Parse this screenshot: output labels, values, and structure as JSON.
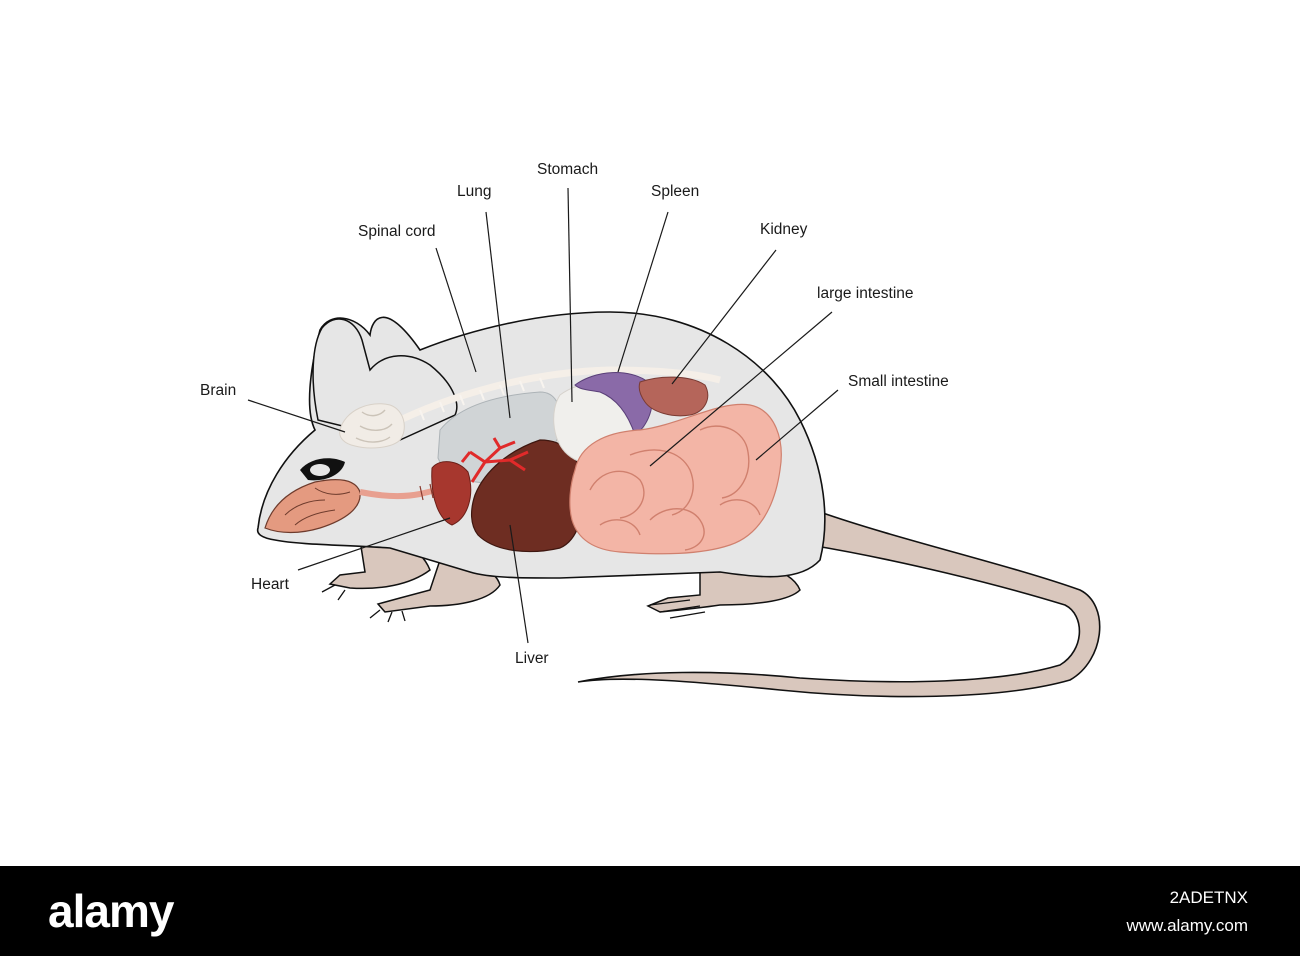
{
  "labels": {
    "brain": "Brain",
    "spinal_cord": "Spinal cord",
    "lung": "Lung",
    "stomach": "Stomach",
    "spleen": "Spleen",
    "kidney": "Kidney",
    "large_intestine": "large intestine",
    "small_intestine": "Small intestine",
    "heart": "Heart",
    "liver": "Liver"
  },
  "footer": {
    "wordmark": "alamy",
    "image_id": "2ADETNX",
    "url": "www.alamy.com"
  },
  "colors": {
    "body_fill": "#e6e6e6",
    "outline": "#111111",
    "skin": "#d9c7bd",
    "liver": "#6e2d22",
    "heart": "#a7372e",
    "stomach": "#f0efec",
    "spleen": "#8a6aa8",
    "kidney": "#b5655a",
    "intestine": "#f3b5a6",
    "bronchi": "#e02a2a",
    "footer_bg": "#000000"
  }
}
